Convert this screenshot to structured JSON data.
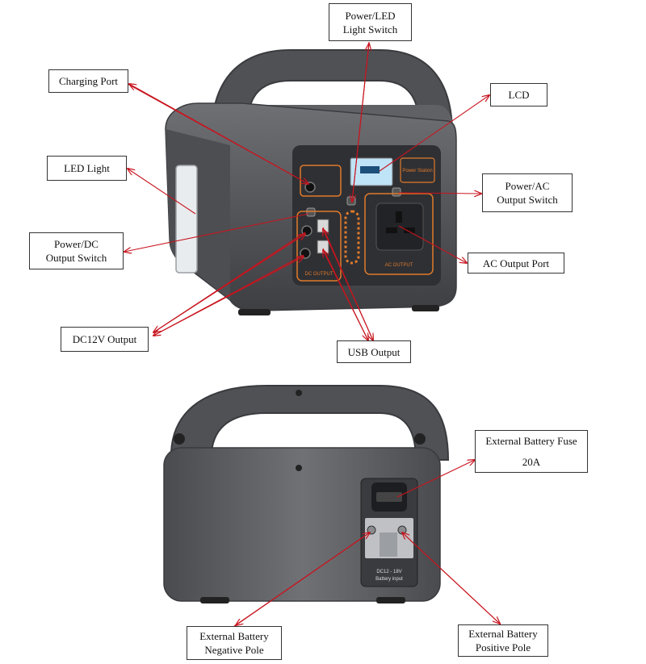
{
  "colors": {
    "leader": "#c8141e",
    "body_dark": "#4a4b4f",
    "body_mid": "#6b6c70",
    "panel": "#2f3034",
    "accent_orange": "#e07a2a"
  },
  "front_view": {
    "panel_text": {
      "power_station": "Power Station",
      "ac_output": "AC OUTPUT",
      "dc_output": "DC OUTPUT"
    },
    "labels": {
      "power_led_switch": [
        "Power/LED",
        "Light Switch"
      ],
      "charging_port": [
        "Charging Port"
      ],
      "lcd": [
        "LCD"
      ],
      "led_light": [
        "LED Light"
      ],
      "power_ac_switch": [
        "Power/AC",
        "Output Switch"
      ],
      "power_dc_switch": [
        "Power/DC",
        "Output Switch"
      ],
      "ac_output_port": [
        "AC Output Port"
      ],
      "dc12v_output": [
        "DC12V Output"
      ],
      "usb_output": [
        "USB Output"
      ]
    }
  },
  "back_view": {
    "panel_text": {
      "dc_battery": "DC12 - 18V",
      "battery_input": "Battery input"
    },
    "labels": {
      "ext_battery_fuse": [
        "External Battery Fuse",
        "20A"
      ],
      "ext_battery_negative": [
        "External Battery",
        "Negative Pole"
      ],
      "ext_battery_positive": [
        "External Battery",
        "Positive Pole"
      ]
    }
  }
}
